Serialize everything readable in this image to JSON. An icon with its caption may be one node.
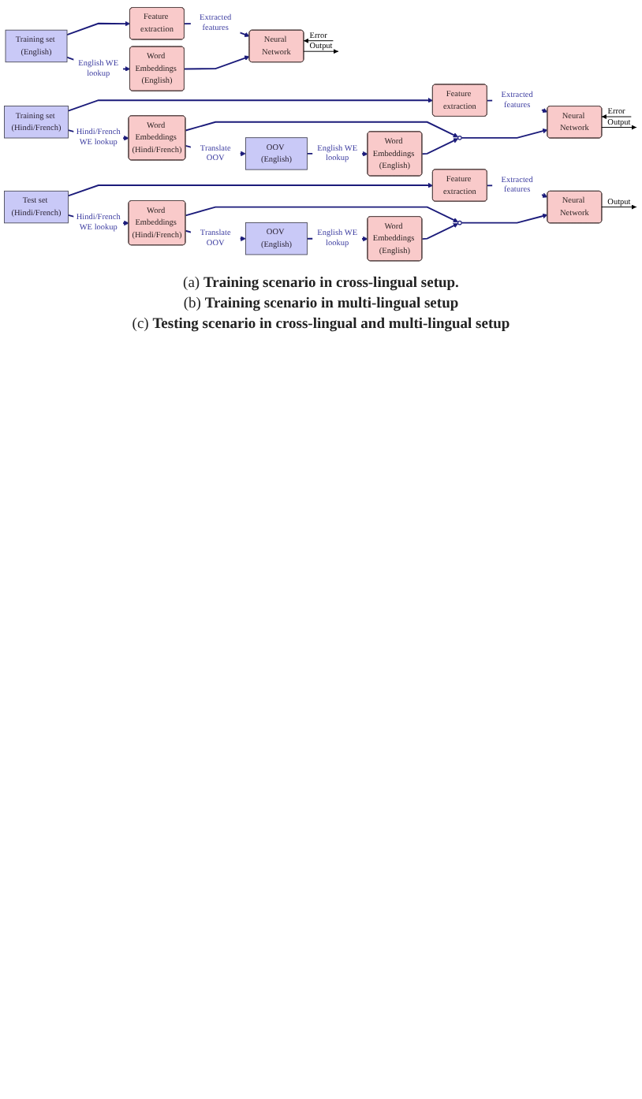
{
  "diagram": {
    "nodes": [
      {
        "text": [
          "Feature extraction"
        ]
      },
      {
        "text": [
          "Training set (English)"
        ]
      },
      {
        "text": [
          "Word Embeddings (English)"
        ]
      },
      {
        "text": [
          "Neural Network"
        ]
      },
      {
        "text": [
          "Feature extraction"
        ]
      },
      {
        "text": [
          "Training set (Hindi/French)"
        ]
      },
      {
        "text": [
          "Word Embeddings (Hindi/French)"
        ]
      },
      {
        "text": [
          "OOV (English)"
        ]
      },
      {
        "text": [
          "Word Embeddings (English)"
        ]
      },
      {
        "text": [],
        "shape": "circle"
      },
      {
        "text": [
          "Neural Network"
        ]
      },
      {
        "text": [
          "Feature extraction"
        ]
      },
      {
        "text": [
          "Test set (Hindi/French)"
        ]
      },
      {
        "text": [
          "Word Embeddings (Hindi/French)"
        ]
      },
      {
        "text": [
          "OOV (English)"
        ]
      },
      {
        "text": [
          "Word Embeddings (English)"
        ]
      },
      {
        "text": [],
        "shape": "circle"
      },
      {
        "text": [
          "Neural Network"
        ]
      }
    ],
    "edges": [
      {
        "from": 1,
        "to": 0,
        "arrow": "to"
      },
      {
        "from": 0,
        "to": 3,
        "arrow": "to",
        "label": "Extracted features"
      },
      {
        "from": 1,
        "to": 2,
        "arrow": "to",
        "label": "English WE lookup"
      },
      {
        "from": 2,
        "to": 3,
        "arrow": "to"
      },
      {
        "from": null,
        "to": 3,
        "arrow": "to",
        "label": "Error",
        "color": "#000000"
      },
      {
        "from": 3,
        "to": null,
        "arrow": "to",
        "label": "Output",
        "color": "#000000"
      },
      {
        "from": 5,
        "to": 4,
        "arrow": "to"
      },
      {
        "from": 4,
        "to": 10,
        "arrow": "to",
        "label": "Extracted features"
      },
      {
        "from": 5,
        "to": 6,
        "arrow": "to",
        "label": "Hindi/French WE lookup"
      },
      {
        "from": 6,
        "to": 9,
        "arrow": "to"
      },
      {
        "from": 9,
        "to": 10,
        "arrow": "to"
      },
      {
        "from": 6,
        "to": 7,
        "arrow": "to",
        "label": "Translate OOV"
      },
      {
        "from": 7,
        "to": 8,
        "arrow": "to",
        "label": "English WE lookup"
      },
      {
        "from": 8,
        "to": 9,
        "arrow": "to"
      },
      {
        "from": null,
        "to": 10,
        "arrow": "to",
        "label": "Error",
        "color": "#000000"
      },
      {
        "from": 10,
        "to": null,
        "arrow": "to",
        "label": "Output",
        "color": "#000000"
      },
      {
        "from": 12,
        "to": 11,
        "arrow": "to"
      },
      {
        "from": 11,
        "to": 17,
        "arrow": "to",
        "label": "Extracted features"
      },
      {
        "from": 12,
        "to": 13,
        "arrow": "to",
        "label": "Hindi/French WE lookup"
      },
      {
        "from": 13,
        "to": 16,
        "arrow": "to"
      },
      {
        "from": 16,
        "to": 17,
        "arrow": "to"
      },
      {
        "from": 13,
        "to": 14,
        "arrow": "to",
        "label": "Translate OOV"
      },
      {
        "from": 14,
        "to": 15,
        "arrow": "to",
        "label": "English WE lookup"
      },
      {
        "from": 15,
        "to": 16,
        "arrow": "to"
      },
      {
        "from": 17,
        "to": null,
        "arrow": "to",
        "label": "Output",
        "color": "#000000"
      }
    ],
    "labels": [
      "(a) **Training scenario in cross-lingual setup.**",
      "(b) **Training scenario in multi-lingual setup**",
      "(c) **Testing scenario in cross-lingual and multi-lingual setup**"
    ]
  }
}
